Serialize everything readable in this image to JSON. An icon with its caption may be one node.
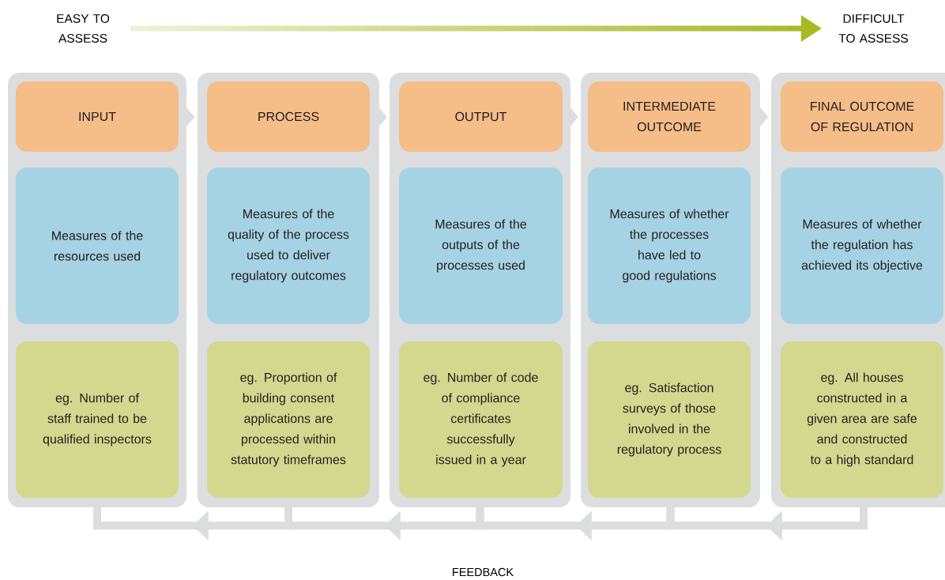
{
  "diagram": {
    "nodes": [
      {
        "text": [
          "EASY TO ASSESS"
        ]
      },
      {
        "text": [
          "DIFFICULT TO ASSESS"
        ]
      },
      {
        "text": [],
        "shape": "box"
      },
      {
        "text": [
          "INPUT"
        ],
        "in": 2
      },
      {
        "text": [
          "Measures of the resources used"
        ],
        "in": 2
      },
      {
        "text": [
          "eg. Number of staff trained to be qualified inspectors"
        ],
        "in": 2
      },
      {
        "text": [],
        "shape": "box"
      },
      {
        "text": [
          "PROCESS"
        ],
        "in": 6
      },
      {
        "text": [
          "Measures of the quality of the process used to deliver regulatory outcomes"
        ],
        "in": 6
      },
      {
        "text": [
          "eg. Proportion of building consent applications are processed within statutory timeframes"
        ],
        "in": 6
      },
      {
        "text": [],
        "shape": "box"
      },
      {
        "text": [
          "OUTPUT"
        ],
        "in": 10
      },
      {
        "text": [
          "Measures of the outputs of the processes used"
        ],
        "in": 10
      },
      {
        "text": [
          "eg. Number of code of compliance certificates successfully issued in a year"
        ],
        "in": 10
      },
      {
        "text": [],
        "shape": "box"
      },
      {
        "text": [
          "INTERMEDIATE OUTCOME"
        ],
        "in": 14
      },
      {
        "text": [
          "Measures of whether the processes have led to good regulations"
        ],
        "in": 14
      },
      {
        "text": [
          "eg. Satisfaction surveys of those involved in the regulatory process"
        ],
        "in": 14
      },
      {
        "text": [],
        "shape": "box"
      },
      {
        "text": [
          "FINAL OUTCOME OF REGULATION"
        ],
        "in": 18
      },
      {
        "text": [
          "Measures of whether the regulation has achieved its objective"
        ],
        "in": 18
      },
      {
        "text": [
          "eg. All houses constructed in a given area are safe and constructed to a high standard"
        ],
        "in": 18
      }
    ],
    "edges": [
      {
        "from": 0,
        "to": 1,
        "arrow": "to"
      },
      {
        "from": 2,
        "to": 6,
        "arrow": "to"
      },
      {
        "from": 6,
        "to": 10,
        "arrow": "to"
      },
      {
        "from": 10,
        "to": 14,
        "arrow": "to"
      },
      {
        "from": 14,
        "to": 18,
        "arrow": "to"
      },
      {
        "from": 6,
        "to": 2,
        "arrow": "to"
      },
      {
        "from": 10,
        "to": 6,
        "arrow": "to"
      },
      {
        "from": 14,
        "to": 10,
        "arrow": "to"
      },
      {
        "from": 18,
        "to": 14,
        "arrow": "to"
      }
    ],
    "labels": [
      "FEEDBACK"
    ]
  }
}
